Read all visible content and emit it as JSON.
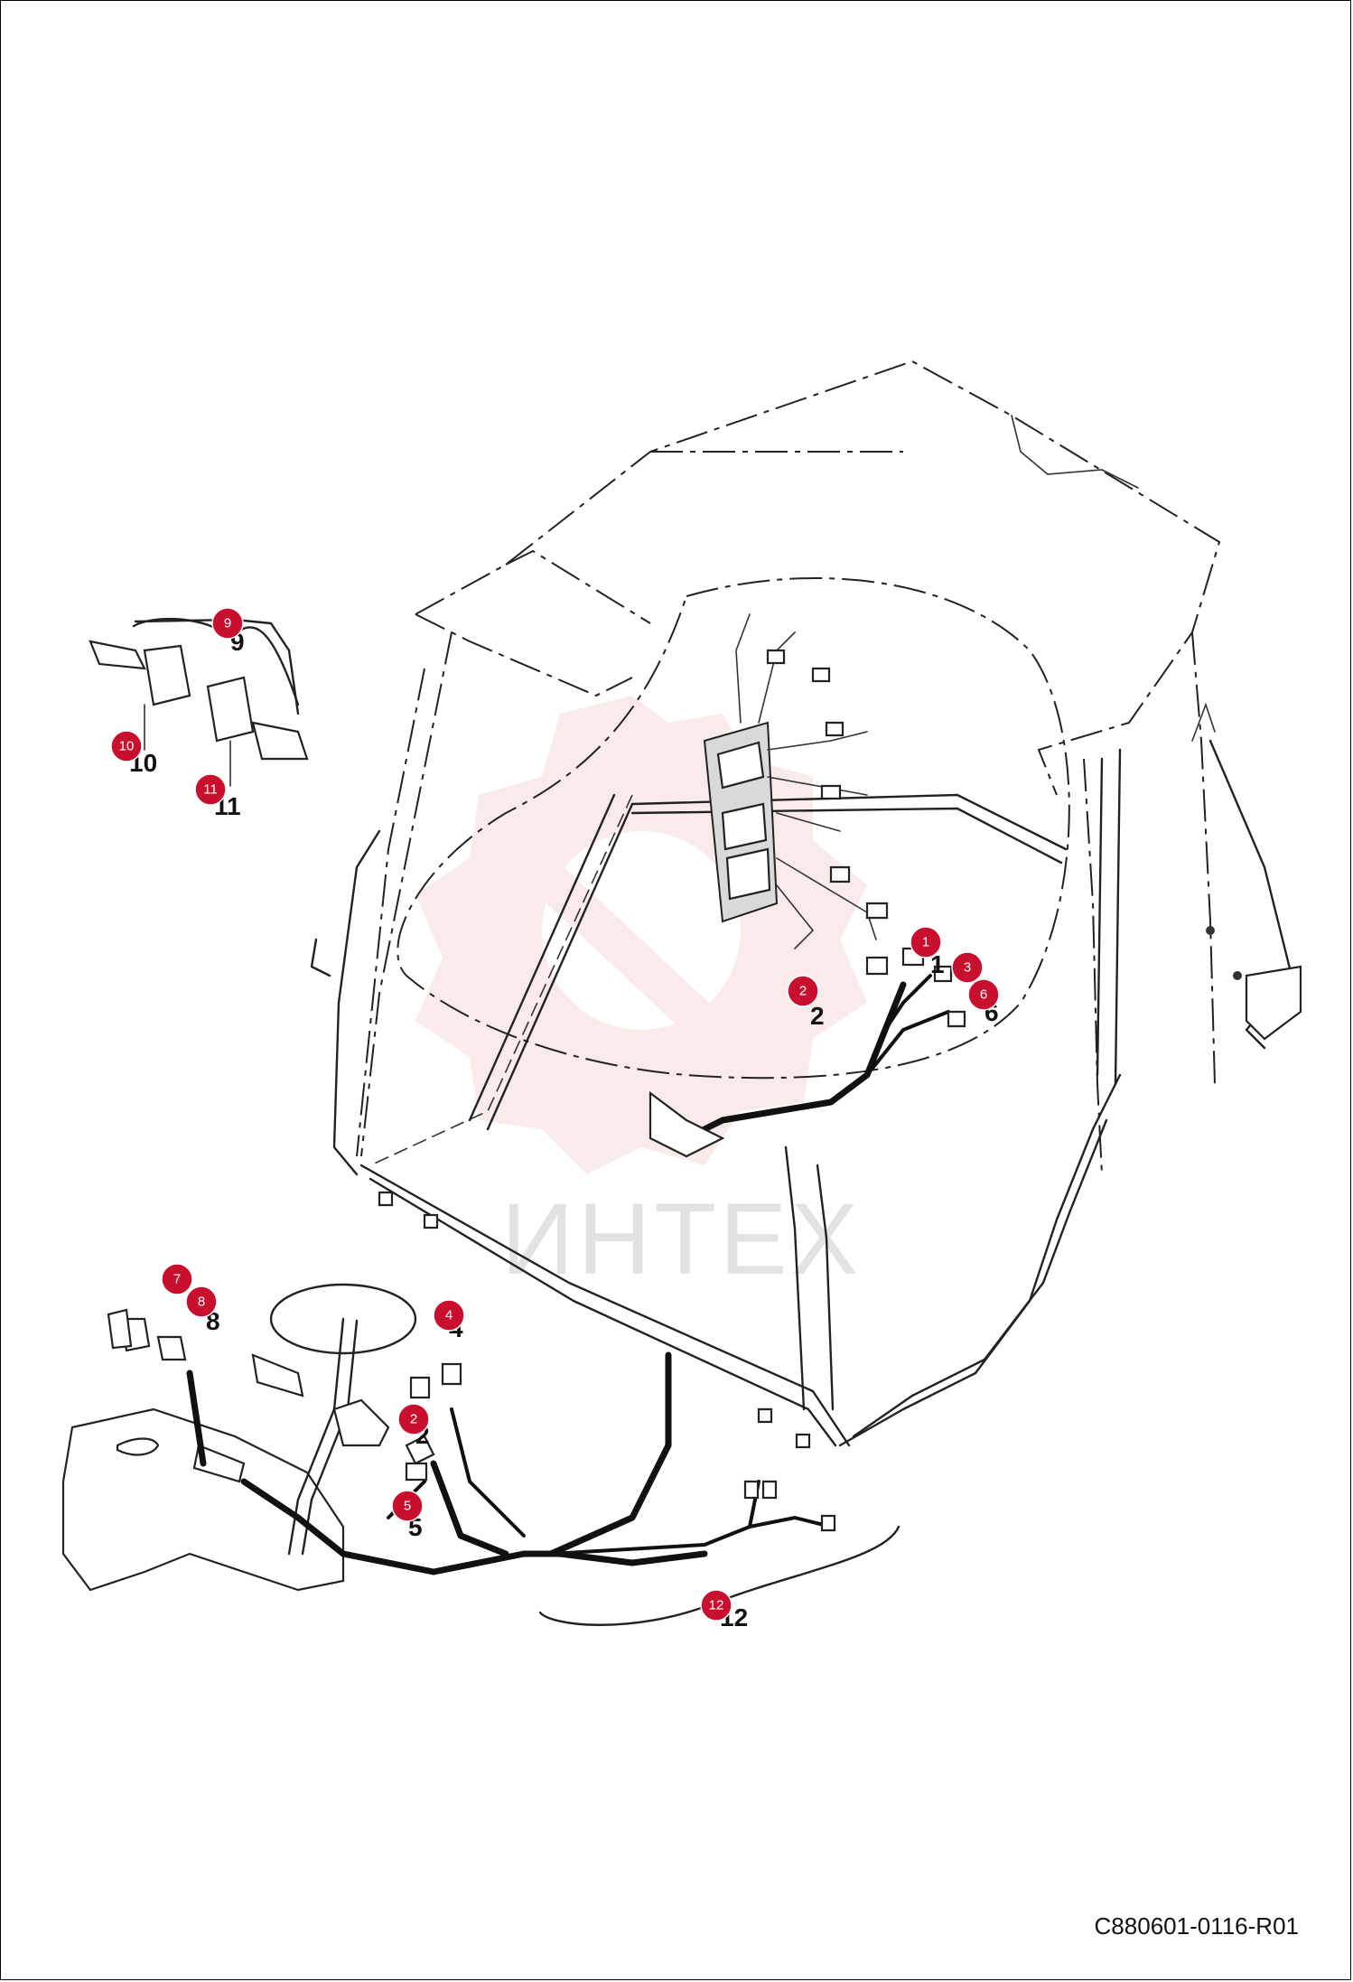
{
  "watermark": {
    "text": "ИНТЕХ",
    "color": "#e9a3a3"
  },
  "drawing_code": "C880601-0116-R01",
  "callout_color": "#c8102e",
  "callouts": [
    {
      "id": "1",
      "label": "1"
    },
    {
      "id": "2",
      "label": "2"
    },
    {
      "id": "3",
      "label": "3"
    },
    {
      "id": "6",
      "label": "6"
    },
    {
      "id": "9",
      "label": "9"
    },
    {
      "id": "10",
      "label": "10"
    },
    {
      "id": "11",
      "label": "11"
    },
    {
      "id": "7",
      "label": "7"
    },
    {
      "id": "8",
      "label": "8"
    },
    {
      "id": "4",
      "label": "4"
    },
    {
      "id": "2b",
      "label": "2"
    },
    {
      "id": "5",
      "label": "5"
    },
    {
      "id": "12",
      "label": "12"
    }
  ],
  "part_numbers": [
    {
      "id": "1",
      "text": "1"
    },
    {
      "id": "2",
      "text": "2"
    },
    {
      "id": "6",
      "text": "6"
    },
    {
      "id": "9",
      "text": "9"
    },
    {
      "id": "10",
      "text": "10"
    },
    {
      "id": "11",
      "text": "11"
    },
    {
      "id": "8",
      "text": "8"
    },
    {
      "id": "4",
      "text": "4"
    },
    {
      "id": "2b",
      "text": "2"
    },
    {
      "id": "5",
      "text": "5"
    },
    {
      "id": "12",
      "text": "12"
    }
  ]
}
